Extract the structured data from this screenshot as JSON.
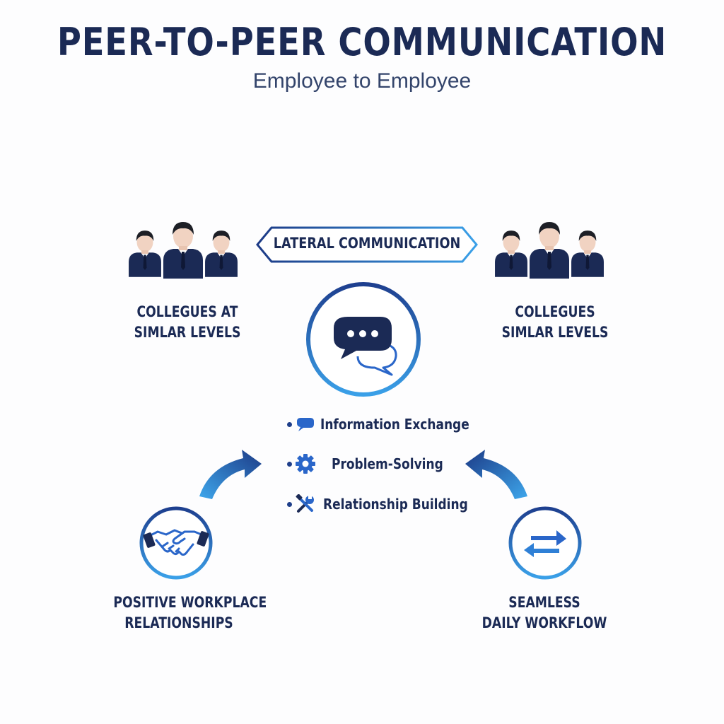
{
  "header": {
    "title": "PEER-TO-PEER COMMUNICATION",
    "subtitle": "Employee to Employee"
  },
  "banner": {
    "label": "LATERAL COMMUNICATION"
  },
  "groups": {
    "left": {
      "line1": "COLLEGUES AT",
      "line2": "SIMLAR LEVELS",
      "icon": "people-group-icon"
    },
    "right": {
      "line1": "COLLEGUES",
      "line2": "SIMLAR LEVELS",
      "icon": "people-group-icon"
    }
  },
  "center": {
    "icon": "chat-bubbles-icon"
  },
  "bullets": [
    {
      "label": "Information Exchange",
      "icon": "speech-bubble-icon"
    },
    {
      "label": "Problem-Solving",
      "icon": "gear-icon"
    },
    {
      "label": "Relationship Building",
      "icon": "tools-icon"
    }
  ],
  "outcomes": {
    "left": {
      "line1": "POSITIVE WORKPLACE",
      "line2": "RELATIONSHIPS",
      "icon": "handshake-icon"
    },
    "right": {
      "line1": "SEAMLESS",
      "line2": "DAILY WORKFLOW",
      "icon": "swap-arrows-icon"
    }
  },
  "colors": {
    "navy": "#1b2a55",
    "blue": "#2a66c9",
    "light_blue": "#3ea0e6",
    "skin": "#f1d3c2"
  }
}
